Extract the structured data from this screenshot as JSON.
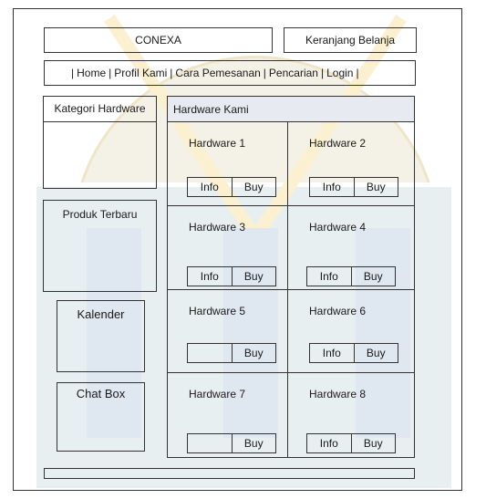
{
  "header": {
    "site_name": "CONEXA",
    "cart_label": "Keranjang Belanja"
  },
  "nav": {
    "items": [
      "Home",
      "Profil Kami",
      "Cara Pemesanan",
      "Pencarian",
      "Login"
    ]
  },
  "sidebar": {
    "kategori": "Kategori Hardware",
    "produk": "Produk Terbaru",
    "kalender": "Kalender",
    "chat": "Chat Box"
  },
  "main": {
    "title": "Hardware Kami",
    "products": [
      {
        "name": "Hardware 1",
        "info": "Info",
        "buy": "Buy"
      },
      {
        "name": "Hardware 2",
        "info": "Info",
        "buy": "Buy"
      },
      {
        "name": "Hardware 3",
        "info": "Info",
        "buy": "Buy"
      },
      {
        "name": "Hardware 4",
        "info": "Info",
        "buy": "Buy"
      },
      {
        "name": "Hardware 5",
        "info": "",
        "buy": "Buy"
      },
      {
        "name": "Hardware 6",
        "info": "Info",
        "buy": "Buy"
      },
      {
        "name": "Hardware 7",
        "info": "",
        "buy": "Buy"
      },
      {
        "name": "Hardware 8",
        "info": "Info",
        "buy": "Buy"
      }
    ]
  }
}
